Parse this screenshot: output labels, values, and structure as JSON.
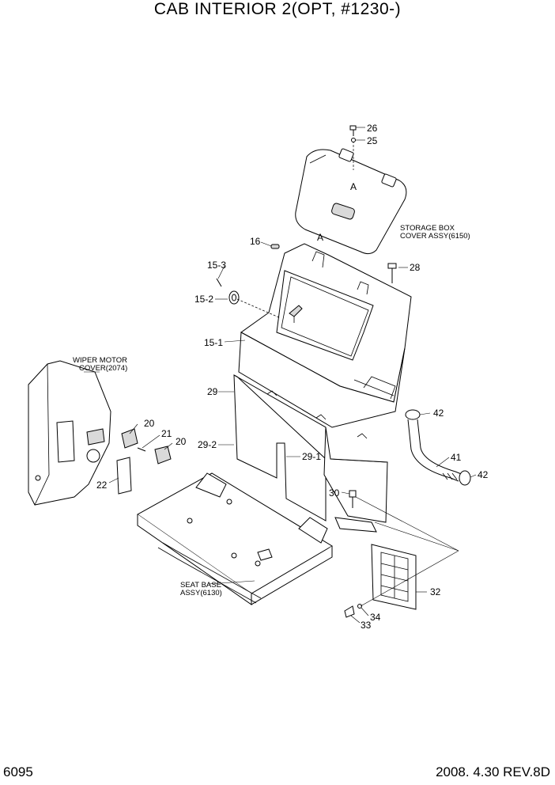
{
  "title": "CAB INTERIOR 2(OPT, #1230-)",
  "page_number": "6095",
  "revision": "2008.  4.30  REV.8D",
  "labels": {
    "p26": "26",
    "p25": "25",
    "pA_top": "A",
    "pA_mid": "A",
    "storage_1": "STORAGE BOX",
    "storage_2": "COVER ASSY(6150)",
    "p16": "16",
    "p28": "28",
    "p15_3": "15-3",
    "p15_2": "15-2",
    "p15_1": "15-1",
    "wiper_1": "WIPER MOTOR",
    "wiper_2": "COVER(2074)",
    "p29": "29",
    "p20a": "20",
    "p21": "21",
    "p20b": "20",
    "p29_2": "29-2",
    "p22": "22",
    "p29_1": "29-1",
    "p42a": "42",
    "p41": "41",
    "p42b": "42",
    "p30": "30",
    "seat_1": "SEAT BASE",
    "seat_2": "ASSY(6130)",
    "p32": "32",
    "p34": "34",
    "p33": "33"
  }
}
